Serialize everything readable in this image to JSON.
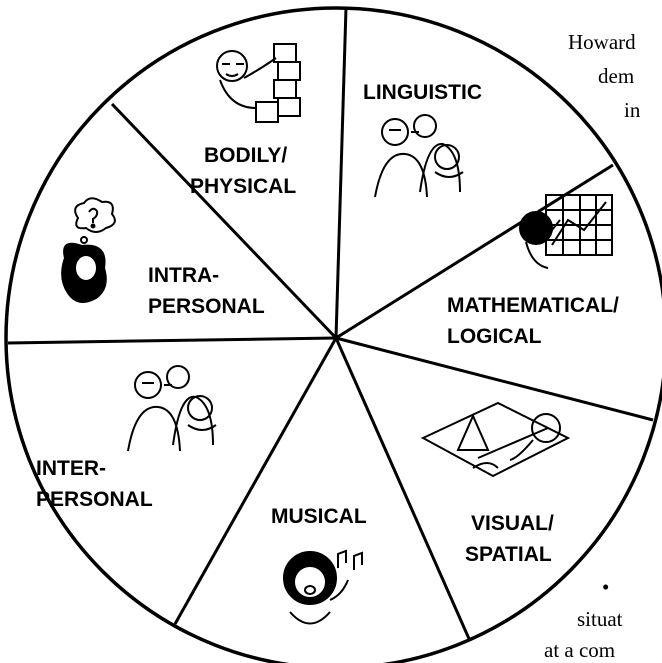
{
  "background_text": {
    "line1": "Howard",
    "line2": "dem",
    "line3": "in",
    "bullet": "•",
    "line4": "situat",
    "line5": "at a com"
  },
  "segments": {
    "linguistic": "LINGUISTIC",
    "math_line1": "MATHEMATICAL/",
    "math_line2": "LOGICAL",
    "visual_line1": "VISUAL/",
    "visual_line2": "SPATIAL",
    "musical": "MUSICAL",
    "inter_line1": "INTER-",
    "inter_line2": "PERSONAL",
    "intra_line1": "INTRA-",
    "intra_line2": "PERSONAL",
    "bodily_line1": "BODILY/",
    "bodily_line2": "PHYSICAL"
  },
  "illustrations": {
    "linguistic": "two-people-talking",
    "math": "person-at-graph-board",
    "visual": "person-drawing-with-ruler",
    "musical": "person-singing-with-notes",
    "inter": "two-people-talking",
    "intra": "person-thinking-question-mark",
    "bodily": "person-stacking-blocks"
  }
}
